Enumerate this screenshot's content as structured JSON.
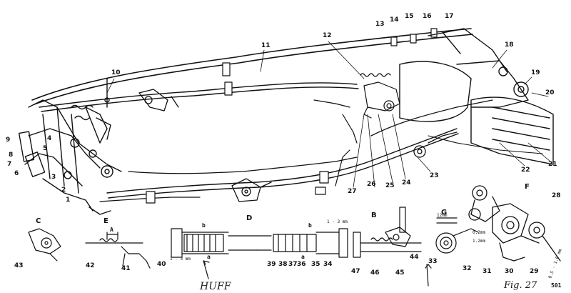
{
  "figure": {
    "caption": "Fig. 27",
    "corner_mark": "501"
  },
  "handwritten": {
    "note": "HUFF"
  },
  "detail_letters": [
    "C",
    "E",
    "D",
    "B",
    "G",
    "F"
  ],
  "callouts": [
    "1",
    "2",
    "3",
    "4",
    "5",
    "6",
    "7",
    "8",
    "9",
    "10",
    "11",
    "12",
    "13",
    "14",
    "15",
    "16",
    "17",
    "18",
    "19",
    "20",
    "21",
    "22",
    "23",
    "24",
    "25",
    "26",
    "27",
    "28",
    "29",
    "30",
    "31",
    "32",
    "33",
    "34",
    "35",
    "36",
    "37",
    "38",
    "39",
    "40",
    "41",
    "42",
    "43",
    "44",
    "45",
    "46",
    "47"
  ],
  "dimensions": {
    "gap_d_top": "1 - 3 mm",
    "gap_d_left": "1 - 3 mm",
    "dim_b1": "b",
    "dim_b2": "b",
    "dim_a1": "a",
    "dim_a2": "a",
    "dim_a_e": "A",
    "dim_g_small": "12mm",
    "dim_f_side": "0.5 - 1.0 mm",
    "dim_g_1": "0.2mm",
    "dim_g_2": "1.2mm"
  }
}
